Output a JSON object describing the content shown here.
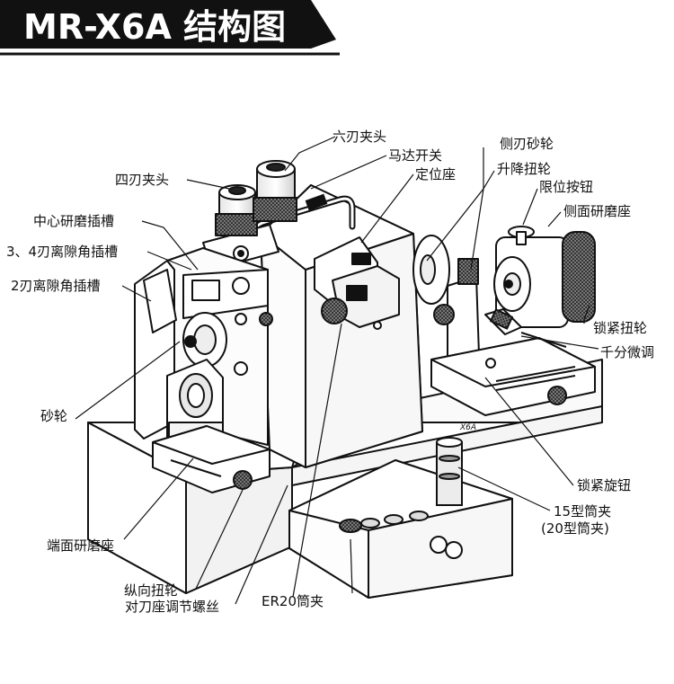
{
  "title": "MR-X6A 结构图",
  "machine_mark": "X6A",
  "labels": {
    "six_blade_chuck": "六刃夹头",
    "motor_switch": "马达开关",
    "four_blade_chuck": "四刃夹头",
    "positioning_seat": "定位座",
    "side_blade_wheel": "侧刃砂轮",
    "lift_knob": "升降扭轮",
    "limit_button": "限位按钮",
    "side_grinding_seat": "侧面研磨座",
    "center_grinding_slot": "中心研磨插槽",
    "clearance_slot_34": "3、4刃离隙角插槽",
    "clearance_slot_2": "2刃离隙角插槽",
    "lock_knob": "锁紧扭轮",
    "micrometer": "千分微调",
    "grinding_wheel": "砂轮",
    "lock_spin_knob": "锁紧旋钮",
    "collet_15": "15型筒夹",
    "collet_20": "(20型筒夹)",
    "end_grinding_seat": "端面研磨座",
    "longitudinal_knob": "纵向扭轮",
    "tool_seat_screw": "对刀座调节螺丝",
    "er20_collet": "ER20筒夹"
  }
}
